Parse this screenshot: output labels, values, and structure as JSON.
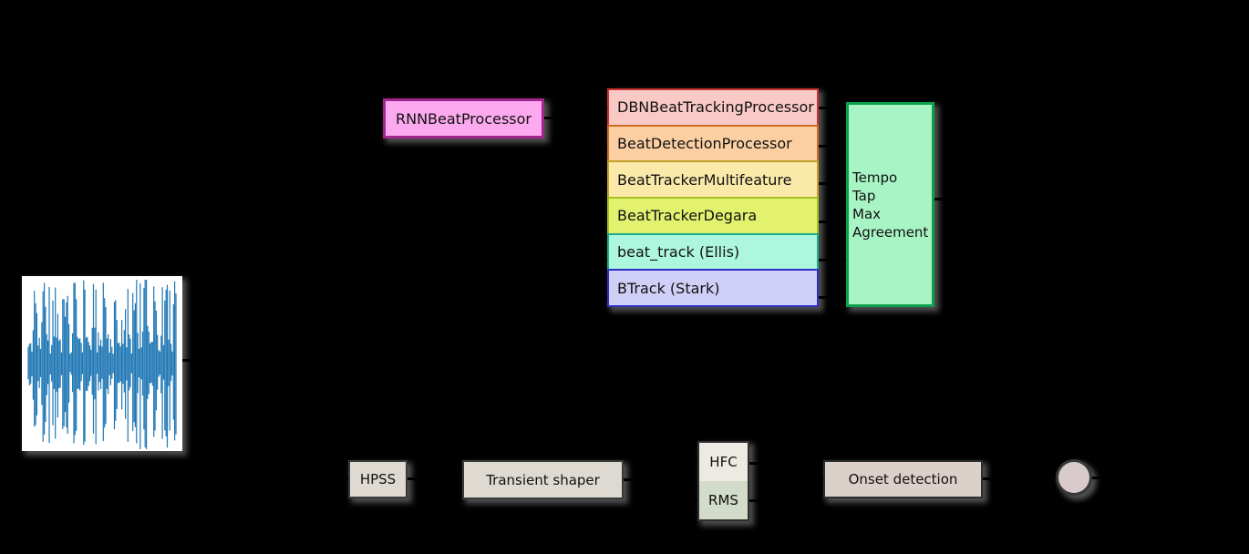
{
  "canvas": {
    "bg": "#000000"
  },
  "waveform_node": {
    "bg": "#ffffff",
    "wave_color": "#1f77b4"
  },
  "rnn_box": {
    "label": "RNNBeatProcessor",
    "fill": "#fca9ef",
    "border": "#a1268f"
  },
  "beat_tracker_stack": {
    "items": [
      {
        "label": "DBNBeatTrackingProcessor",
        "fill": "#f9c9c6",
        "border": "#c93030"
      },
      {
        "label": "BeatDetectionProcessor",
        "fill": "#fbcfa2",
        "border": "#cc6b21"
      },
      {
        "label": "BeatTrackerMultifeature",
        "fill": "#fae9a8",
        "border": "#c2a126"
      },
      {
        "label": "BeatTrackerDegara",
        "fill": "#e2f26e",
        "border": "#a3bf22"
      },
      {
        "label": "beat_track (Ellis)",
        "fill": "#aef7df",
        "border": "#1cab8b"
      },
      {
        "label": "BTrack (Stark)",
        "fill": "#cfcff8",
        "border": "#2e2ec4"
      }
    ]
  },
  "agreement_box": {
    "lines": [
      "Tempo",
      "Tap",
      "Max",
      "Agreement"
    ],
    "fill": "#a8f4c4",
    "border": "#0ba14b"
  },
  "onset_chain": {
    "hpss": {
      "label": "HPSS",
      "fill": "#dedad2",
      "border": "#3a3a3a"
    },
    "transient_shaper": {
      "label": "Transient shaper",
      "fill": "#dedad2",
      "border": "#3a3a3a"
    },
    "hfc": {
      "label": "HFC",
      "fill": "#eceae2"
    },
    "rms": {
      "label": "RMS",
      "fill": "#d3dcc8"
    },
    "hfc_rms_border": "#2f2f2f",
    "onset_detection": {
      "label": "Onset detection",
      "fill": "#dcd0ca",
      "border": "#2e2e2e"
    },
    "merge_node": {
      "fill": "#d9cbcb",
      "border": "#383838"
    }
  }
}
